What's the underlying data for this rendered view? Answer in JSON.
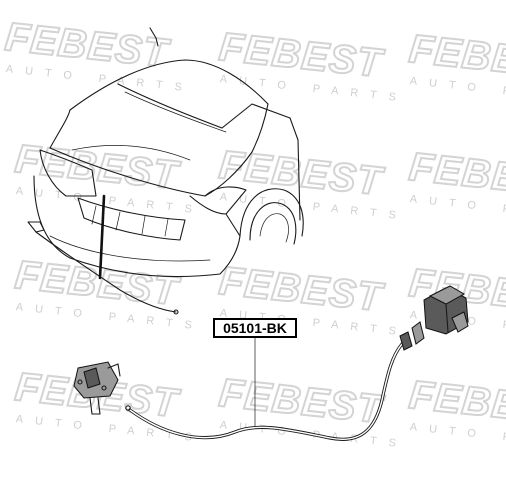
{
  "watermark": {
    "brand": "FEBEST",
    "sub": "AUTO PARTS"
  },
  "callout": {
    "part_number": "05101-BK"
  }
}
